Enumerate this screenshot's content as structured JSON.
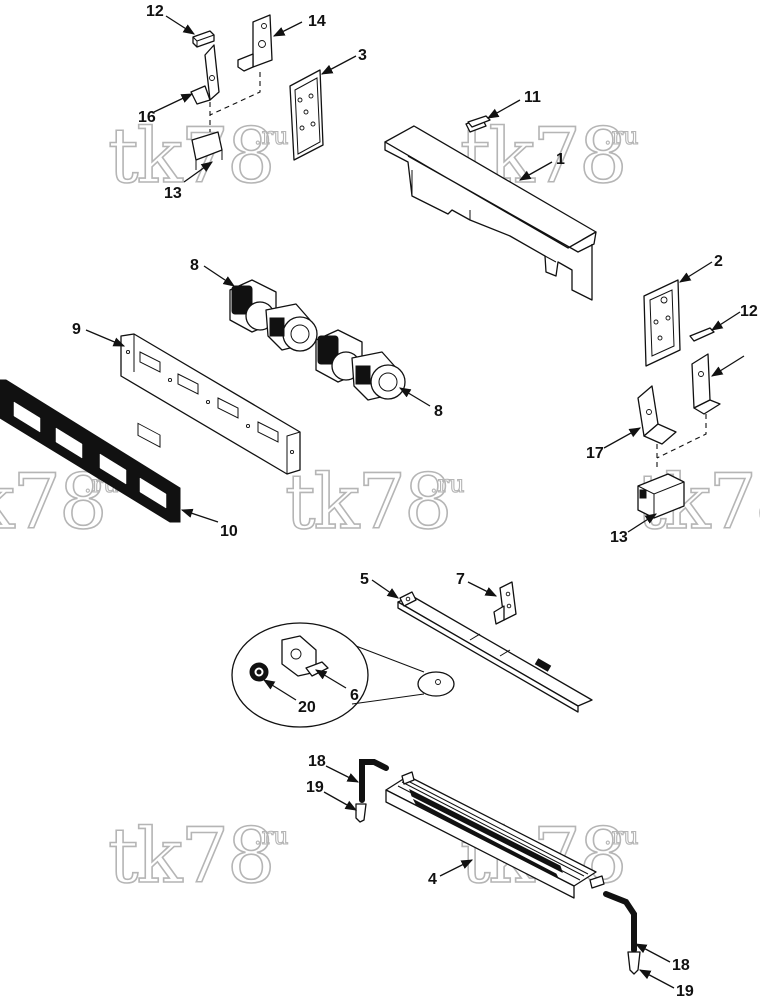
{
  "diagram": {
    "watermark": {
      "main": "tk78",
      "suffix": ".ru"
    },
    "callouts": [
      {
        "id": "c12a",
        "text": "12"
      },
      {
        "id": "c14",
        "text": "14"
      },
      {
        "id": "c3",
        "text": "3"
      },
      {
        "id": "c16",
        "text": "16"
      },
      {
        "id": "c13a",
        "text": "13"
      },
      {
        "id": "c11",
        "text": "11"
      },
      {
        "id": "c1",
        "text": "1"
      },
      {
        "id": "c8a",
        "text": "8"
      },
      {
        "id": "c9",
        "text": "9"
      },
      {
        "id": "c8b",
        "text": "8"
      },
      {
        "id": "c2",
        "text": "2"
      },
      {
        "id": "c12b",
        "text": "12"
      },
      {
        "id": "c10",
        "text": "10"
      },
      {
        "id": "c17",
        "text": "17"
      },
      {
        "id": "c13b",
        "text": "13"
      },
      {
        "id": "c5",
        "text": "5"
      },
      {
        "id": "c7",
        "text": "7"
      },
      {
        "id": "c20",
        "text": "20"
      },
      {
        "id": "c6",
        "text": "6"
      },
      {
        "id": "c18a",
        "text": "18"
      },
      {
        "id": "c19a",
        "text": "19"
      },
      {
        "id": "c4",
        "text": "4"
      },
      {
        "id": "c18b",
        "text": "18"
      },
      {
        "id": "c19b",
        "text": "19"
      }
    ]
  }
}
